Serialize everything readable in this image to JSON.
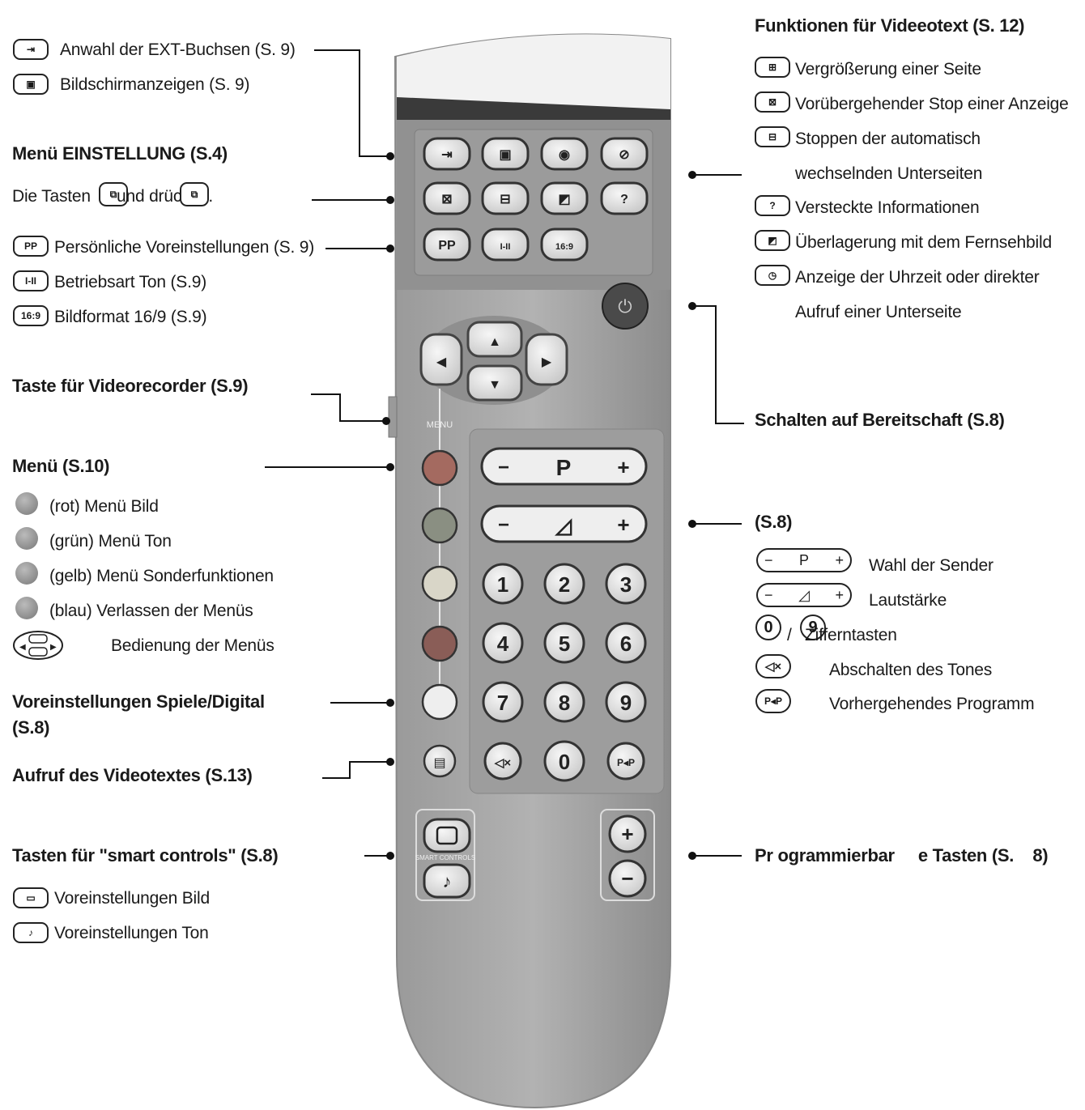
{
  "left": {
    "ext_select": "Anwahl der EXT-Buchsen (S. 9)",
    "screen_display": "Bildschirmanzeigen (S. 9)",
    "menu_einstellung_title": "Menü  EINSTELLUNG (S.4)",
    "tasten_text_a": "Die Tasten",
    "tasten_text_b": "und  drücken.",
    "personal_presets": "Persönliche Voreinstellungen (S. 9)",
    "sound_mode": "Betriebsart Ton (S.9)",
    "picture_format": "Bildformat 16/9 (S.9)",
    "vcr_key": "Taste für Videorecorder (S.9)",
    "menu_title": "Menü  (S.10)",
    "menu_red": "(rot) Menü Bild",
    "menu_green": "(grün)  Menü Ton",
    "menu_yellow": "(gelb)  Menü Sonderfunktionen",
    "menu_blue": "(blau)  Verlassen der Menüs",
    "menu_nav": "Bedienung der Menüs",
    "game_presets_line1": "Voreinstellungen Spiele/Digital",
    "game_presets_line2": "(S.8)",
    "teletext_call": "Aufruf des Videotextes (S.13)",
    "smart_title": "Tasten für \"smart controls\" (S.8)",
    "smart_picture": "Voreinstellungen Bild",
    "smart_sound": "Voreinstellungen Ton"
  },
  "right": {
    "teletext_title": "Funktionen für  Videeotext (S. 12)",
    "enlarge": "Vergrößerung einer Seite",
    "hold": "Vorübergehender Stop einer Anzeige",
    "stop_auto_1": "Stoppen der automatisch",
    "stop_auto_2": "wechselnden Unterseiten",
    "hidden": "Versteckte Informationen",
    "overlay": "Überlagerung mit dem Fernsehbild",
    "clock_1": "Anzeige der Uhrzeit oder direkter",
    "clock_2": "Aufruf einer Unterseite",
    "standby": "Schalten auf Bereitschaft (S.8)",
    "s8": "(S.8)",
    "channel_sel": "Wahl der Sender",
    "volume": "Lautstärke",
    "digit_sep": "/",
    "digits": "Zifferntasten",
    "mute": "Abschalten des Tones",
    "prev_prog": "Vorhergehendes Programm",
    "programmable": "Pr ogrammierbar     e Tasten (S.    8)"
  },
  "icons": {
    "ext": "ext-input-icon",
    "screen": "screen-info-icon",
    "pp": "PP",
    "sound_mode": "I-II",
    "format": "16:9",
    "p_minus_plus": [
      "−",
      "P",
      "+"
    ],
    "vol_minus_plus": [
      "−",
      "◿",
      "+"
    ],
    "zero": "0",
    "nine": "9",
    "prev": "P◂P"
  },
  "remote": {
    "p_key": [
      "−",
      "P",
      "+"
    ],
    "vol_key": [
      "−",
      "◿",
      "+"
    ],
    "digits": [
      "1",
      "2",
      "3",
      "4",
      "5",
      "6",
      "7",
      "8",
      "9"
    ],
    "zero": "0",
    "menu_label": "MENU",
    "smart_label": "SMART CONTROLS"
  },
  "colors": {
    "remote_body": "#a7a7a7",
    "panel": "#8f8f8f",
    "key": "#e6e6e6",
    "standby": "#4a4a4a",
    "text": "#1a1a1a"
  }
}
